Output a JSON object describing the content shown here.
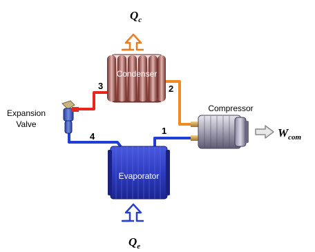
{
  "diagram": {
    "heat_condenser": "Q",
    "heat_condenser_sub": "c",
    "heat_evaporator": "Q",
    "heat_evaporator_sub": "e",
    "work": "W",
    "work_sub": "com",
    "components": {
      "condenser": "Condenser",
      "evaporator": "Evaporator",
      "compressor": "Compressor",
      "expansion_line1": "Expansion",
      "expansion_line2": "Valve"
    },
    "points": [
      "1",
      "2",
      "3",
      "4"
    ],
    "colors": {
      "hot_pipe": "#e8261c",
      "warm_pipe": "#f08a24",
      "cold_pipe": "#1f3fd6",
      "heat_out_arrow": "#f07a20",
      "heat_in_arrow": "#2a3fcf",
      "work_arrow": "#9a9a9a"
    }
  }
}
